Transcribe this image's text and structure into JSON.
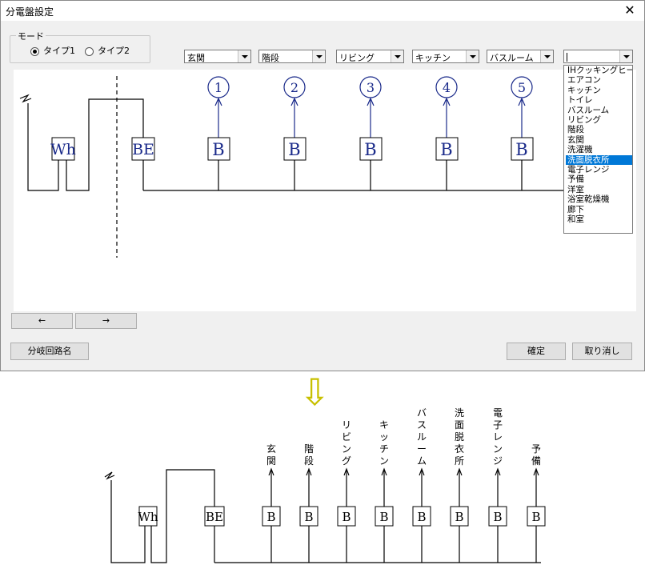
{
  "window": {
    "title": "分電盤設定",
    "close_glyph": "✕"
  },
  "mode": {
    "label": "モード",
    "options": [
      {
        "label": "タイプ1",
        "checked": true
      },
      {
        "label": "タイプ2",
        "checked": false
      }
    ]
  },
  "combos": [
    "玄関",
    "階段",
    "リビング",
    "キッチン",
    "バスルーム",
    ""
  ],
  "dropdown_items": [
    "IHクッキングヒータ",
    "エアコン",
    "キッチン",
    "トイレ",
    "バスルーム",
    "リビング",
    "階段",
    "玄関",
    "洗濯機",
    "洗面脱衣所",
    "電子レンジ",
    "予備",
    "洋室",
    "浴室乾燥機",
    "廊下",
    "和室"
  ],
  "dropdown_selected_index": 9,
  "diagram": {
    "meter": "Wh",
    "main_breaker": "BE",
    "breaker": "B",
    "circuit_numbers": [
      "1",
      "2",
      "3",
      "4",
      "5"
    ]
  },
  "nav": {
    "prev": "←",
    "next": "→"
  },
  "buttons": {
    "branch_name": "分岐回路名",
    "ok": "確定",
    "cancel": "取り消し"
  },
  "arrow_glyph": "⇩",
  "result": {
    "meter": "Wh",
    "main_breaker": "BE",
    "breaker": "B",
    "circuits": [
      "玄関",
      "階段",
      "リビング",
      "キッチン",
      "バスルーム",
      "洗面脱衣所",
      "電子レンジ",
      "予備"
    ]
  },
  "colors": {
    "accent_blue": "#0078d7",
    "diagram_blue": "#1a2a8a"
  }
}
